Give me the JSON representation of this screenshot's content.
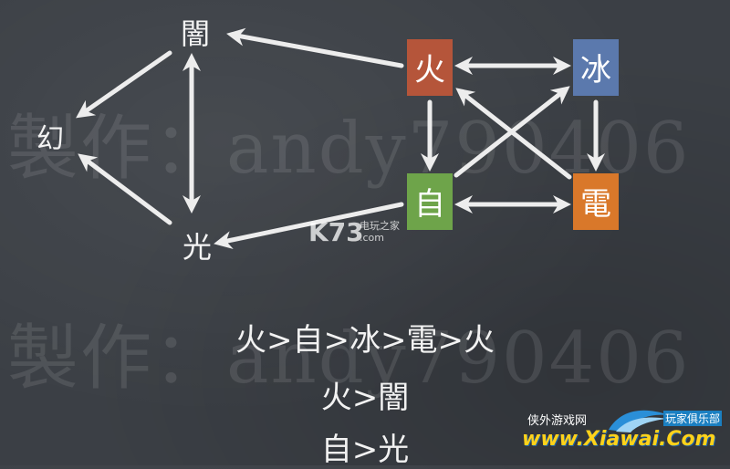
{
  "watermark": "製作：andy790406",
  "nodes": {
    "dark": "闇",
    "phantom": "幻",
    "light": "光"
  },
  "boxes": [
    {
      "id": "fire",
      "label": "火",
      "color": "#b5553a"
    },
    {
      "id": "ice",
      "label": "冰",
      "color": "#5b79ad"
    },
    {
      "id": "self",
      "label": "自",
      "color": "#6ea44a"
    },
    {
      "id": "electric",
      "label": "電",
      "color": "#d9782a"
    }
  ],
  "rules": [
    "火>自>冰>電>火",
    "火>闇",
    "自>光"
  ],
  "logos": {
    "k73_main": "K73",
    "k73_sub1": "电玩之家",
    "k73_sub2": ".com",
    "xiawai_top": "侠外游戏网",
    "xiawai_right": "玩家俱乐部",
    "xiawai_main": "www.Xiawai.Com"
  }
}
